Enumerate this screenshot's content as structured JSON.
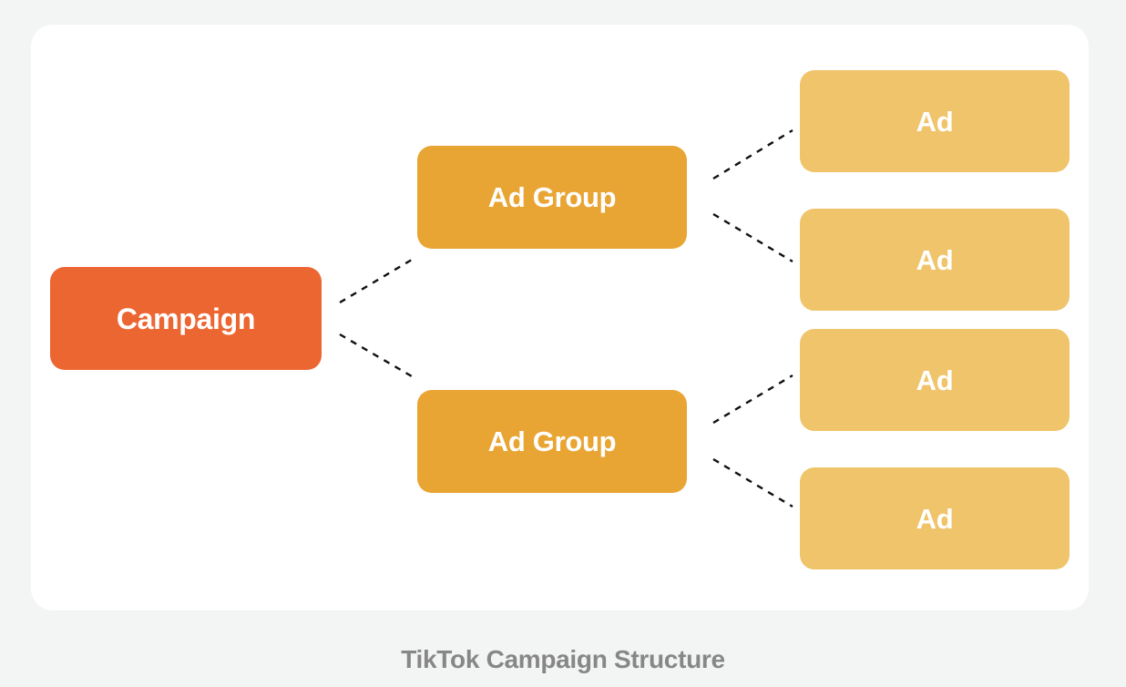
{
  "caption": "TikTok Campaign Structure",
  "colors": {
    "page_background": "#f3f4f4",
    "card_background": "#ffffff",
    "campaign": "#ec6632",
    "ad_group": "#e9a533",
    "ad": "#f0c46b",
    "connector": "#111111",
    "caption_text": "#878787",
    "node_text": "#ffffff"
  },
  "diagram": {
    "type": "hierarchy-tree",
    "levels": [
      "Campaign",
      "Ad Group",
      "Ad"
    ],
    "campaign": {
      "label": "Campaign"
    },
    "ad_groups": [
      {
        "label": "Ad Group"
      },
      {
        "label": "Ad Group"
      }
    ],
    "ads": [
      {
        "label": "Ad"
      },
      {
        "label": "Ad"
      },
      {
        "label": "Ad"
      },
      {
        "label": "Ad"
      }
    ],
    "connections": [
      {
        "from": "Campaign",
        "to": "Ad Group 1"
      },
      {
        "from": "Campaign",
        "to": "Ad Group 2"
      },
      {
        "from": "Ad Group 1",
        "to": "Ad 1"
      },
      {
        "from": "Ad Group 1",
        "to": "Ad 2"
      },
      {
        "from": "Ad Group 2",
        "to": "Ad 3"
      },
      {
        "from": "Ad Group 2",
        "to": "Ad 4"
      }
    ]
  }
}
